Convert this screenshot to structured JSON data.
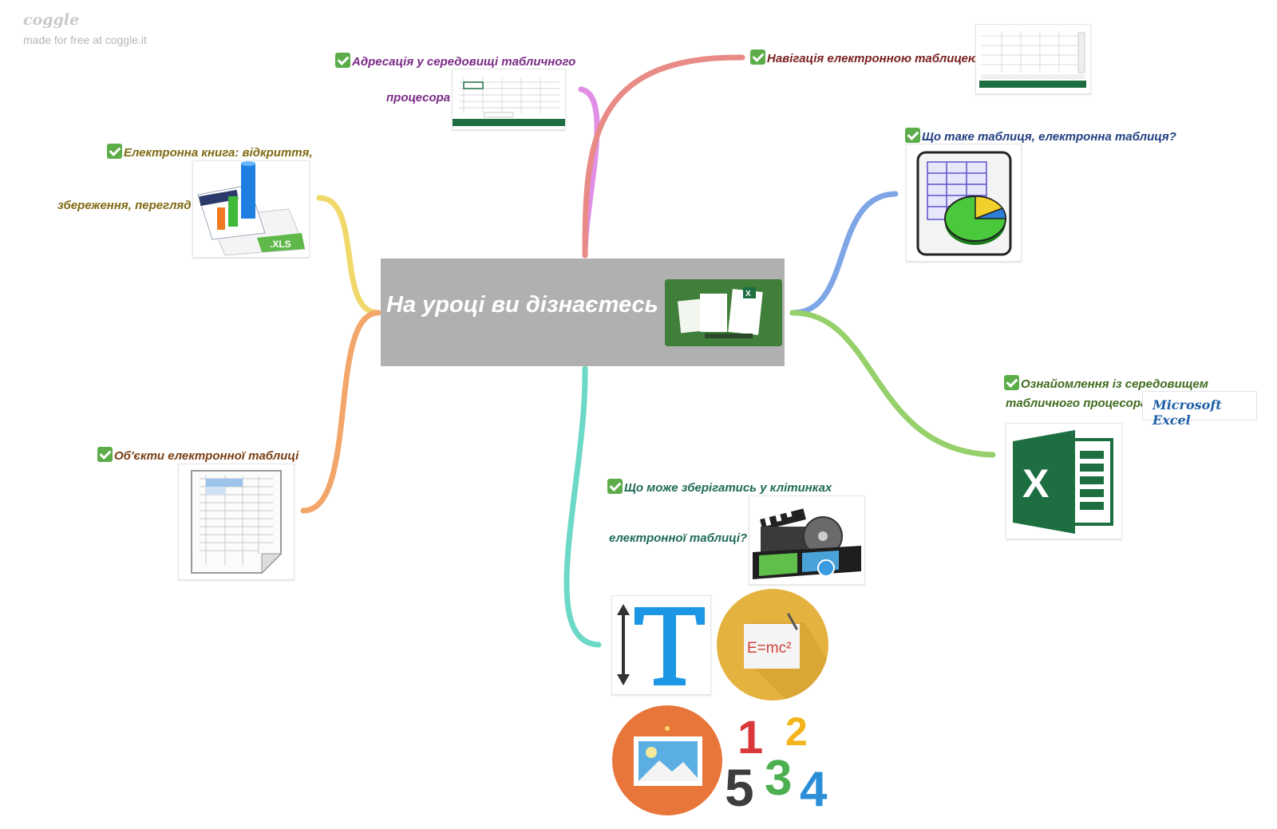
{
  "brand": {
    "logo": "coggle",
    "tagline": "made for free at coggle.it"
  },
  "central": {
    "title": "На уроці ви дізнаєтесь"
  },
  "branches": {
    "addressing": {
      "line1": "Адресація у середовищі табличного",
      "line2": "процесора",
      "color": "#7a2a86",
      "wire": "#e08ee6"
    },
    "navigation": {
      "text": "Навігація електронною таблицею",
      "color": "#7a1f1f",
      "wire": "#e88b86"
    },
    "what_is": {
      "text": "Що таке таблиця, електронна таблиця?",
      "color": "#233f82",
      "wire": "#7ea6e6"
    },
    "intro": {
      "line1": "Ознайомлення із середовищем",
      "line2": "табличного процесора",
      "color": "#3f6b1e",
      "wire": "#96d06a",
      "logo_text": "Microsoft Excel"
    },
    "book": {
      "line1": "Електронна книга: відкриття,",
      "line2": "збереження, перегляд",
      "color": "#7f6a12",
      "wire": "#f0d86a"
    },
    "objects": {
      "text": "Об'єкти електронної таблиці",
      "color": "#7a3e12",
      "wire": "#f3a66a"
    },
    "storage": {
      "line1": "Що може зберігатись у клітинках",
      "line2": "електронної таблиці?",
      "color": "#1f6a58",
      "wire": "#6cd8c6"
    }
  },
  "colors": {
    "check": "#5cad4a",
    "central_bg": "#b0b0b0",
    "excel_green": "#1d6f42"
  }
}
